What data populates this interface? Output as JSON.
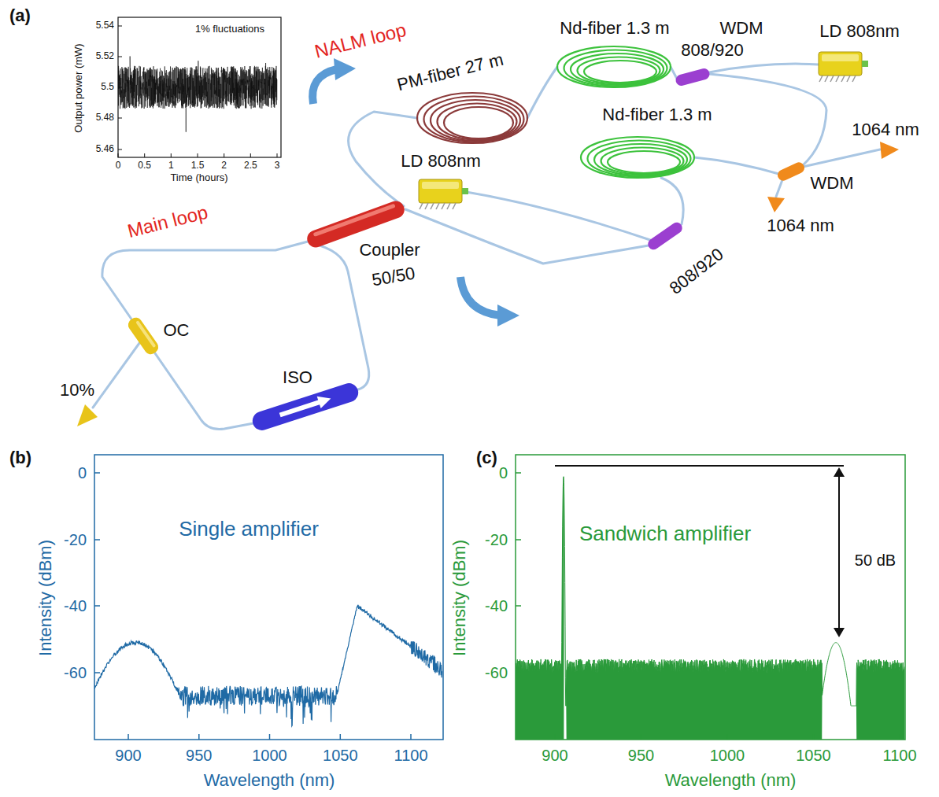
{
  "diagram": {
    "labels": [
      "(a)",
      "5.54",
      "5.52",
      "5.5",
      "5.48",
      "5.46",
      "Output power (mW)",
      "0",
      "0.5",
      "1",
      "1.5",
      "2",
      "2.5",
      "3",
      "Time (hours)",
      "1% fluctuations",
      "NALM loop",
      "PM-fiber 27 m",
      "Nd-fiber 1.3 m",
      "WDM",
      "LD 808nm",
      "808/920",
      "Nd-fiber 1.3 m",
      "1064 nm",
      "LD 808nm",
      "WDM",
      "1064 nm",
      "Main loop",
      "Coupler",
      "50/50",
      "808/920",
      "OC",
      "10%",
      "ISO",
      "(b)",
      "0",
      "-20",
      "-40",
      "-60",
      "Intensity (dBm)",
      "Single amplifier",
      "900",
      "950",
      "1000",
      "1050",
      "1100",
      "Wavelength (nm)",
      "(c)",
      "0",
      "-20",
      "-40",
      "-60",
      "Intensity (dBm)",
      "Sandwich amplifier",
      "50 dB",
      "900",
      "950",
      "1000",
      "1050",
      "1100",
      "Wavelength (nm)"
    ]
  }
}
